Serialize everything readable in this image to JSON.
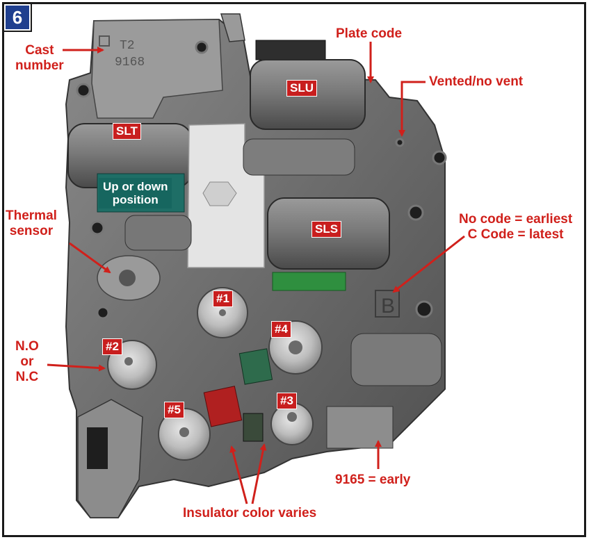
{
  "figure": {
    "number": "6"
  },
  "callouts": {
    "cast_number": "Cast\nnumber",
    "plate_code": "Plate code",
    "vented": "Vented/no vent",
    "thermal_sensor": "Thermal\nsensor",
    "no_code": "No code = earliest\nC Code = latest",
    "no_nc": "N.O\nor\nN.C",
    "early_9165": "9165 = early",
    "insulator": "Insulator color varies"
  },
  "solenoid_tags": {
    "slu": "SLU",
    "slt": "SLT",
    "sls": "SLS",
    "s1": "#1",
    "s2": "#2",
    "s3": "#3",
    "s4": "#4",
    "s5": "#5"
  },
  "position_tag": "Up or down\nposition",
  "cast_marks": {
    "line1": "T2",
    "line2": "9168"
  },
  "plate_letter": "B",
  "colors": {
    "label_red": "#d0201b",
    "badge_blue": "#1f3f8f",
    "tag_red": "#c81e1e",
    "tag_teal": "#16665f",
    "connector_green": "#2f8f3f",
    "connector_red": "#b02020"
  }
}
